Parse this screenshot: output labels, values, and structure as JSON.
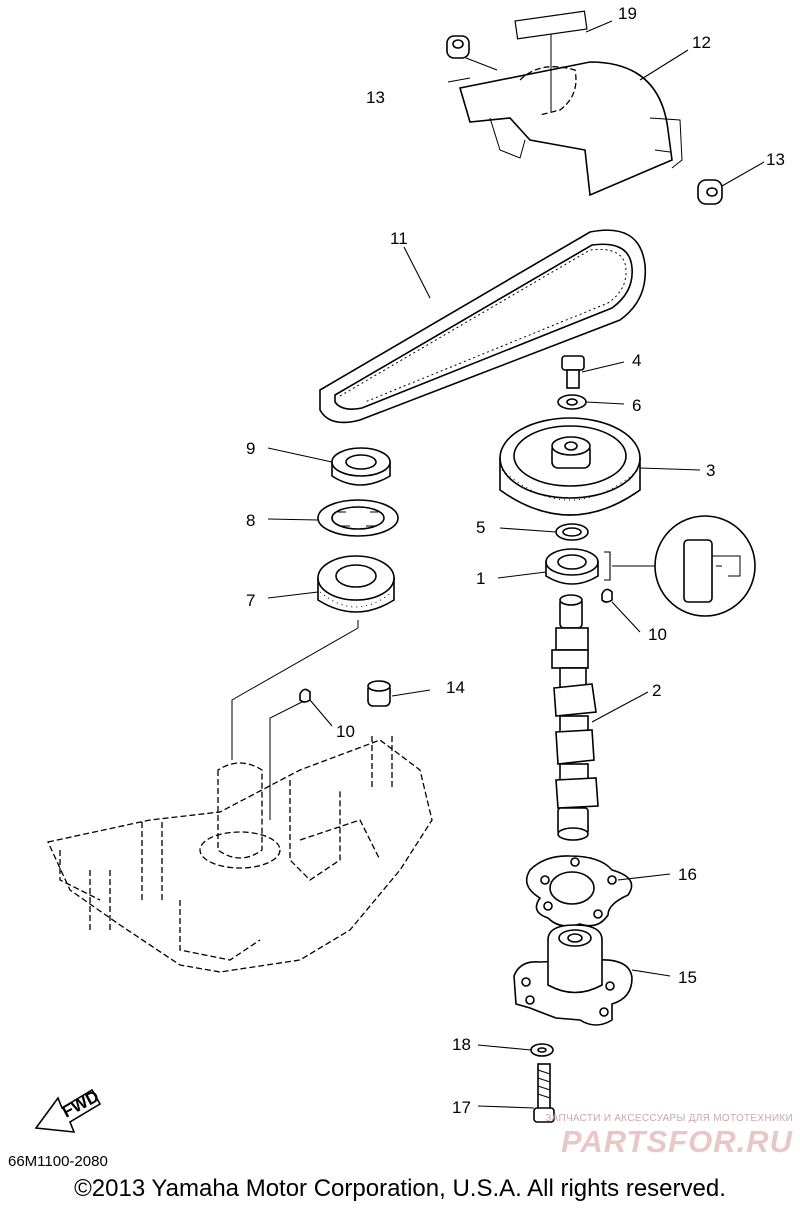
{
  "callouts": [
    "1",
    "2",
    "3",
    "4",
    "5",
    "6",
    "7",
    "8",
    "9",
    "10",
    "10",
    "11",
    "12",
    "13",
    "13",
    "14",
    "15",
    "16",
    "17",
    "18",
    "19"
  ],
  "fwd_label": "FWD",
  "diagram_code": "66M1100-2080",
  "copyright": "©2013 Yamaha Motor Corporation, U.S.A. All rights reserved.",
  "watermark": {
    "subtitle": "ЗАПЧАСТИ И АКСЕССУАРЫ ДЛЯ МОТОТЕХНИКИ",
    "brand": "PARTSFOR.RU"
  }
}
